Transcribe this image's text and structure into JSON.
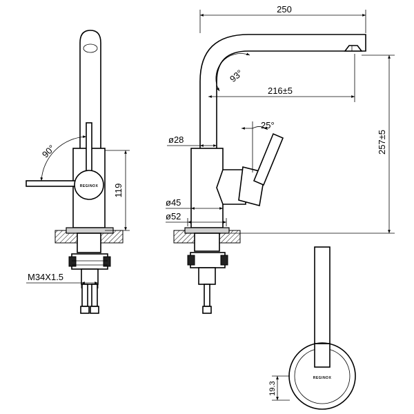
{
  "dimensions": {
    "overall_length": "250",
    "spout_reach": "216±5",
    "overall_height": "257±5",
    "body_height": "119",
    "lever_rotation": "90°",
    "spout_angle": "93°",
    "lever_tilt": "25°",
    "spout_diameter": "ø28",
    "body_diameter": "ø45",
    "base_diameter": "ø52",
    "thread": "M34X1.5",
    "plate_dimension": "19.3"
  },
  "brand_mark": "REGINOX"
}
